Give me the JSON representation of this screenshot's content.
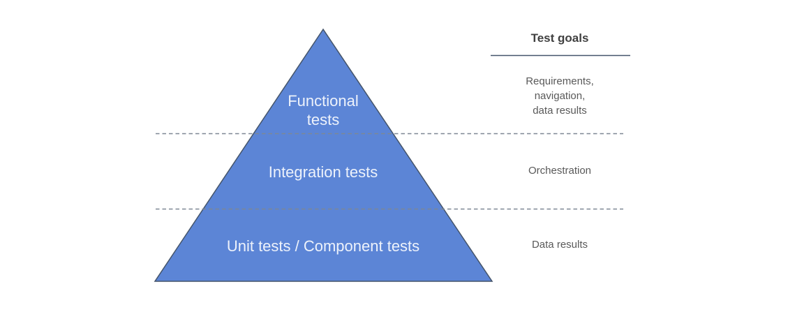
{
  "header": {
    "title": "Test goals"
  },
  "pyramid": {
    "levels": [
      {
        "label": "Functional\ntests",
        "goal": "Requirements,\nnavigation,\ndata results"
      },
      {
        "label": "Integration tests",
        "goal": "Orchestration"
      },
      {
        "label": "Unit tests / Component tests",
        "goal": "Data results"
      }
    ]
  },
  "colors": {
    "pyramid_fill": "#5c85d6",
    "pyramid_stroke": "#44546a",
    "divider_line": "#7d8794",
    "title_underline": "#44546a",
    "level_text": "#edf2fb",
    "title_text": "#404040",
    "goal_text": "#595959"
  }
}
